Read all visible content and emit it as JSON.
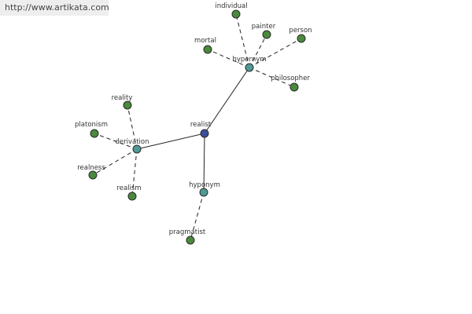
{
  "watermark": "http://www.artikata.com",
  "colors": {
    "root": "#3d4f9a",
    "relation": "#4f9a95",
    "leaf": "#4a8a3c",
    "stroke": "#2a2a2a"
  },
  "nodes": [
    {
      "id": "realist",
      "label": "realist",
      "kind": "root"
    },
    {
      "id": "hypernym",
      "label": "hypernym",
      "kind": "relation"
    },
    {
      "id": "derivation",
      "label": "derivation",
      "kind": "relation"
    },
    {
      "id": "hyponym",
      "label": "hyponym",
      "kind": "relation"
    },
    {
      "id": "individual",
      "label": "individual",
      "kind": "leaf"
    },
    {
      "id": "painter",
      "label": "painter",
      "kind": "leaf"
    },
    {
      "id": "person",
      "label": "person",
      "kind": "leaf"
    },
    {
      "id": "mortal",
      "label": "mortal",
      "kind": "leaf"
    },
    {
      "id": "philosopher",
      "label": "philosopher",
      "kind": "leaf"
    },
    {
      "id": "reality",
      "label": "reality",
      "kind": "leaf"
    },
    {
      "id": "platonism",
      "label": "platonism",
      "kind": "leaf"
    },
    {
      "id": "realness",
      "label": "realness",
      "kind": "leaf"
    },
    {
      "id": "realism",
      "label": "realism",
      "kind": "leaf"
    },
    {
      "id": "pragmatist",
      "label": "pragmatist",
      "kind": "leaf"
    }
  ],
  "edges": [
    {
      "from": "realist",
      "to": "hypernym",
      "style": "solid"
    },
    {
      "from": "realist",
      "to": "derivation",
      "style": "solid"
    },
    {
      "from": "realist",
      "to": "hyponym",
      "style": "solid"
    },
    {
      "from": "hypernym",
      "to": "individual",
      "style": "dashed"
    },
    {
      "from": "hypernym",
      "to": "painter",
      "style": "dashed"
    },
    {
      "from": "hypernym",
      "to": "person",
      "style": "dashed"
    },
    {
      "from": "hypernym",
      "to": "mortal",
      "style": "dashed"
    },
    {
      "from": "hypernym",
      "to": "philosopher",
      "style": "dashed"
    },
    {
      "from": "derivation",
      "to": "reality",
      "style": "dashed"
    },
    {
      "from": "derivation",
      "to": "platonism",
      "style": "dashed"
    },
    {
      "from": "derivation",
      "to": "realness",
      "style": "dashed"
    },
    {
      "from": "derivation",
      "to": "realism",
      "style": "dashed"
    },
    {
      "from": "hyponym",
      "to": "pragmatist",
      "style": "dashed"
    }
  ]
}
